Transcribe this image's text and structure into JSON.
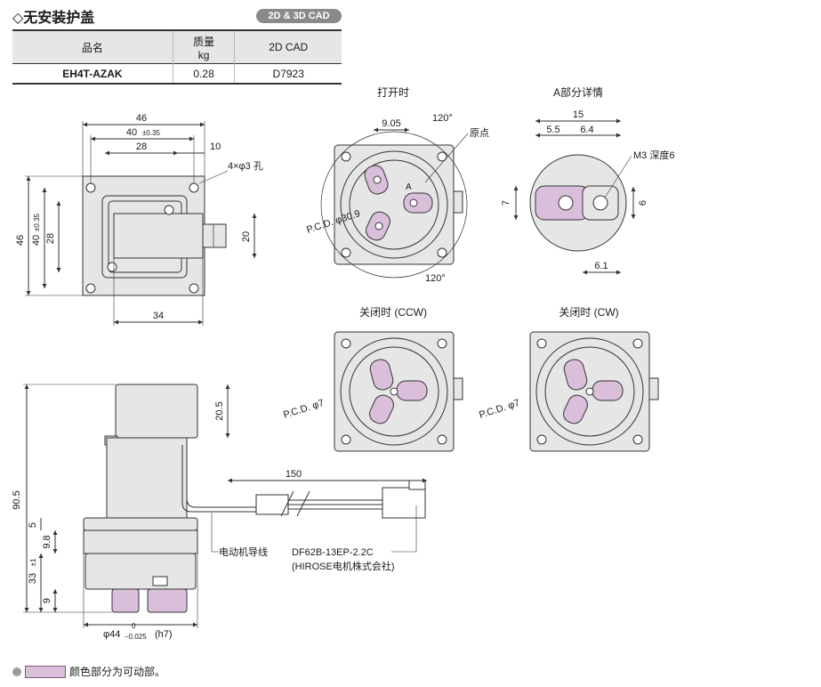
{
  "header": {
    "title": "◇无安装护盖",
    "cad_badge": "2D & 3D CAD"
  },
  "table": {
    "headers": {
      "col1": "品名",
      "col2": "质量",
      "col2_unit": "kg",
      "col3": "2D CAD"
    },
    "row": {
      "model": "EH4T-AZAK",
      "mass": "0.28",
      "cad": "D7923"
    }
  },
  "front_view": {
    "dims": {
      "w46": "46",
      "w40": "40",
      "w40_tol": "±0.35",
      "w28": "28",
      "w10": "10",
      "holes": "4×φ3 孔",
      "h46": "46",
      "h40": "40",
      "h40_tol": "±0.35",
      "h28": "28",
      "h20": "20",
      "w34": "34"
    }
  },
  "open_view": {
    "title": "打开时",
    "d905": "9.05",
    "angle1": "120°",
    "angle2": "120°",
    "origin": "原点",
    "a": "A",
    "pcd": "P.C.D. φ30.9"
  },
  "detail_a": {
    "title": "A部分详情",
    "d15": "15",
    "d55": "5.5",
    "d64": "6.4",
    "m3": "M3 深度6",
    "d7": "7",
    "d6": "6",
    "d61": "6.1"
  },
  "ccw_view": {
    "title": "关闭时 (CCW)",
    "pcd": "P.C.D. φ7"
  },
  "cw_view": {
    "title": "关闭时 (CW)",
    "pcd": "P.C.D. φ7"
  },
  "side_view": {
    "d905": "90.5",
    "d205": "20.5",
    "d5": "5",
    "d98": "9.8",
    "d33": "33",
    "d33_tol": "±1",
    "d9": "9",
    "d150": "150",
    "motor_lead": "电动机导线",
    "connector": "DF62B-13EP-2.2C",
    "maker": "(HIROSE电机株式会社)",
    "dia44": "φ44",
    "dia44_tol_upper": "0",
    "dia44_tol_lower": "−0.025",
    "dia44_fit": "(h7)"
  },
  "legend": {
    "text": "颜色部分为可动部。"
  },
  "colors": {
    "movable": "#d9bfd9",
    "body": "#e6e6e6",
    "line": "#333333"
  }
}
